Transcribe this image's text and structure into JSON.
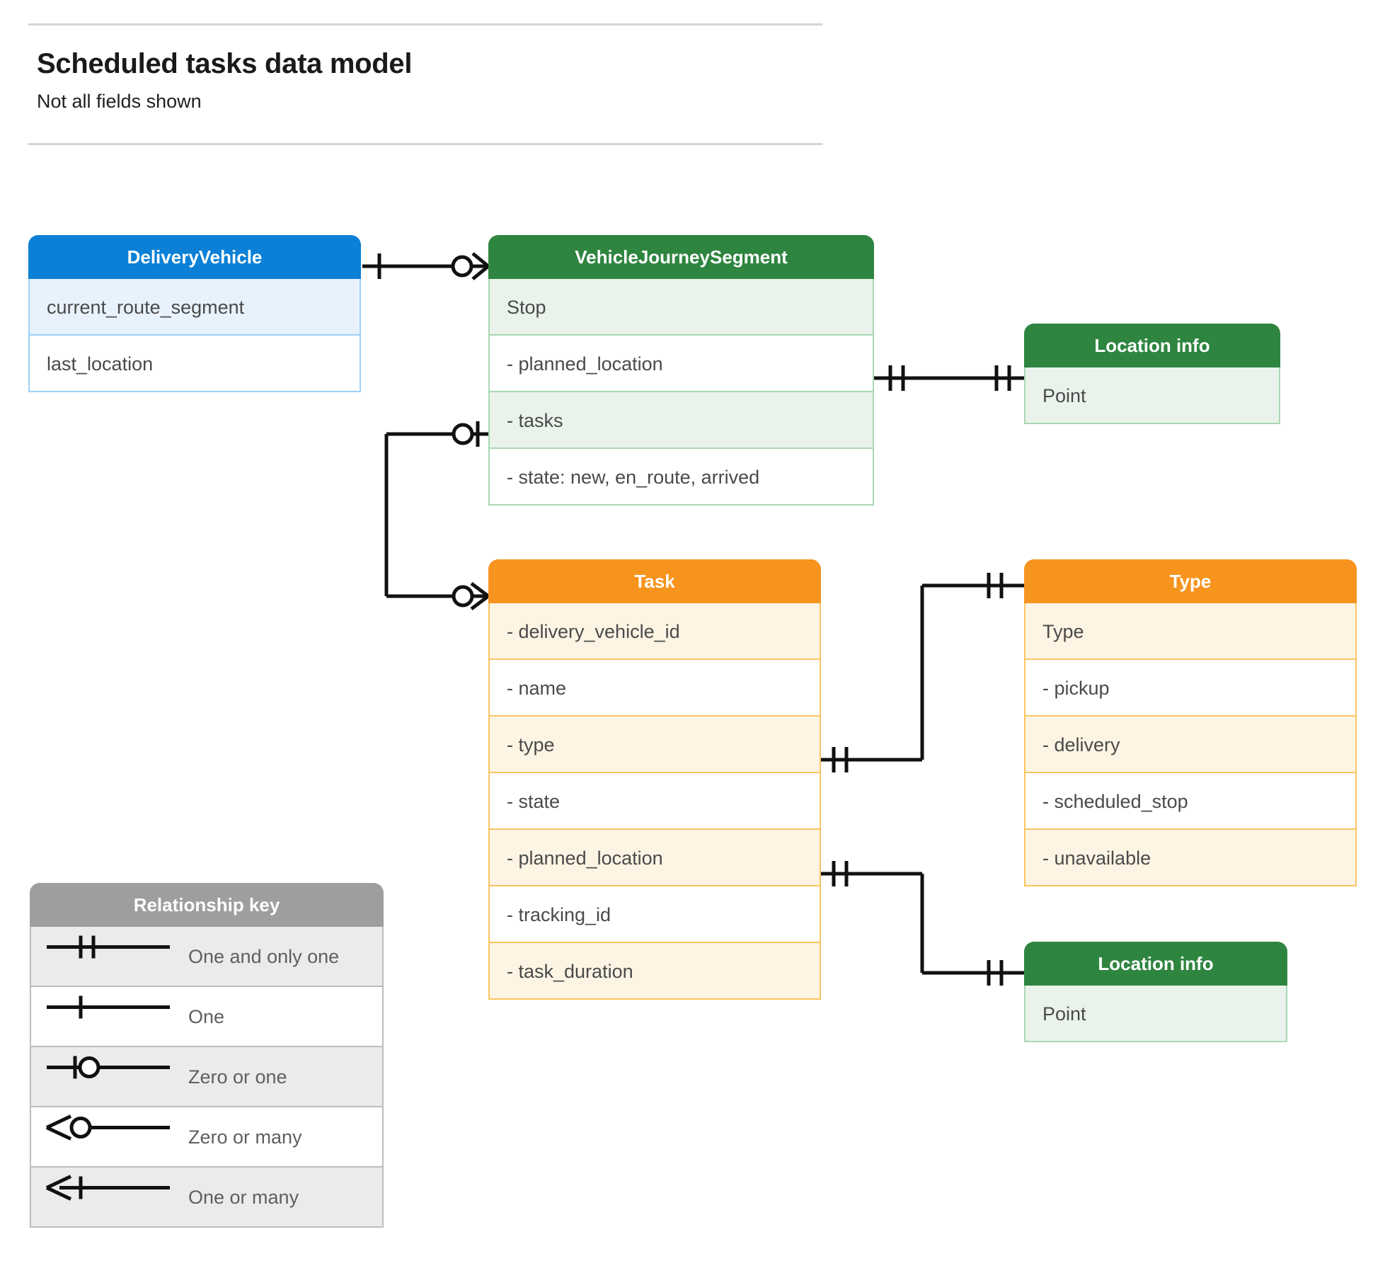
{
  "header": {
    "title": "Scheduled tasks data model",
    "subtitle": "Not all fields shown"
  },
  "entities": {
    "delivery_vehicle": {
      "name": "DeliveryVehicle",
      "color": "#0b80d6",
      "fields": [
        "current_route_segment",
        "last_location"
      ]
    },
    "vehicle_journey_segment": {
      "name": "VehicleJourneySegment",
      "color": "#2e8540",
      "fields": [
        "Stop",
        "-  planned_location",
        "- tasks",
        "- state: new, en_route, arrived"
      ]
    },
    "location_info_top": {
      "name": "Location info",
      "color": "#2e8540",
      "fields": [
        "Point"
      ]
    },
    "task": {
      "name": "Task",
      "color": "#f7941e",
      "fields": [
        "- delivery_vehicle_id",
        "- name",
        "- type",
        "- state",
        "- planned_location",
        "- tracking_id",
        "- task_duration"
      ]
    },
    "type": {
      "name": "Type",
      "color": "#f7941e",
      "fields": [
        "Type",
        "-   pickup",
        "-   delivery",
        "-   scheduled_stop",
        "-   unavailable"
      ]
    },
    "location_info_bottom": {
      "name": "Location info",
      "color": "#2e8540",
      "fields": [
        "Point"
      ]
    }
  },
  "legend": {
    "title": "Relationship key",
    "color": "#9e9e9e",
    "items": [
      {
        "symbol": "one-and-only-one",
        "label": "One and only one"
      },
      {
        "symbol": "one",
        "label": "One"
      },
      {
        "symbol": "zero-or-one",
        "label": "Zero or one"
      },
      {
        "symbol": "zero-or-many",
        "label": "Zero or many"
      },
      {
        "symbol": "one-or-many",
        "label": "One or many"
      }
    ]
  },
  "relationships": [
    {
      "from": "DeliveryVehicle",
      "to": "VehicleJourneySegment",
      "from_card": "one",
      "to_card": "zero-or-many"
    },
    {
      "from": "VehicleJourneySegment.planned_location",
      "to": "Location info",
      "from_card": "one-and-only-one",
      "to_card": "one-and-only-one"
    },
    {
      "from": "VehicleJourneySegment.tasks",
      "to": "Task",
      "from_card": "zero-or-one",
      "to_card": "zero-or-many"
    },
    {
      "from": "Task.type",
      "to": "Type",
      "from_card": "one-and-only-one",
      "to_card": "one-and-only-one"
    },
    {
      "from": "Task.planned_location",
      "to": "Location info",
      "from_card": "one-and-only-one",
      "to_card": "one-and-only-one"
    }
  ]
}
